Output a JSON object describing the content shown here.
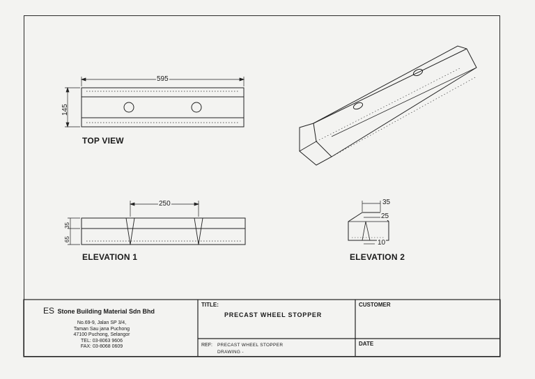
{
  "views": {
    "top_view": {
      "label": "TOP VIEW",
      "dim_length": "595",
      "dim_width": "145"
    },
    "elevation1": {
      "label": "ELEVATION 1",
      "dim_spacing": "250",
      "dim_upper": "35",
      "dim_lower": "65"
    },
    "elevation2": {
      "label": "ELEVATION 2",
      "dim_top": "35",
      "dim_mid": "25",
      "dim_bottom": "10"
    }
  },
  "title_block": {
    "company_prefix": "ES",
    "company_name": "Stone Building Material  Sdn Bhd",
    "address": [
      "No.69-9, Jalan SP 3/4,",
      "Taman Sau jana Puchong",
      "47100 Puchong, Selangor",
      "TEL: 03-8063 9606",
      "FAX: 03-8068 0609"
    ],
    "title_label": "TITLE:",
    "title_value": "PRECAST   WHEEL  STOPPER",
    "customer_label": "CUSTOMER",
    "date_label": "DATE",
    "ref_label": "REF:",
    "ref_value": "PRECAST  WHEEL  STOPPER",
    "drawing_label": "DRAWING -"
  }
}
